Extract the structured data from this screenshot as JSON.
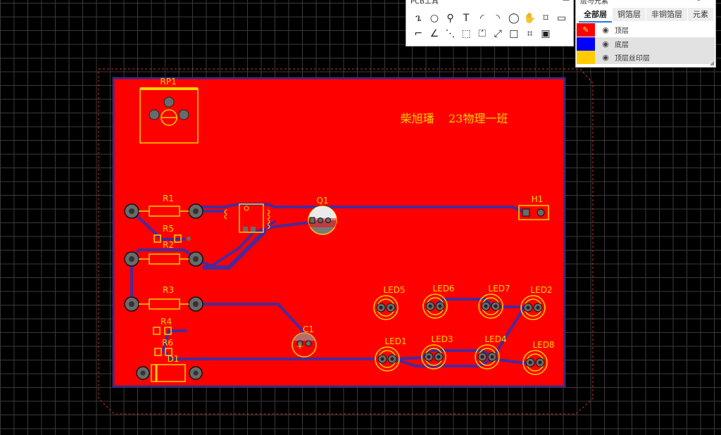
{
  "colors": {
    "board_fill": "#ff0000",
    "board_edge": "#3a2a80",
    "trace": "#5a3aa8",
    "silk": "#ffd200",
    "pad": "#6a6a6a",
    "grid": "#3a3a3a"
  },
  "board": {
    "title_text": "柴旭璠    23物理一班",
    "components": [
      "RP1",
      "R1",
      "R5",
      "R2",
      "Q1",
      "H1",
      "R3",
      "R4",
      "C1",
      "R6",
      "D1",
      "LED5",
      "LED6",
      "LED7",
      "LED2",
      "LED1",
      "LED3",
      "LED4",
      "LED8"
    ]
  },
  "pcb_tools": {
    "title": "PCB工具",
    "tools": [
      {
        "name": "track-icon",
        "glyph": "ጌ"
      },
      {
        "name": "pad-icon",
        "glyph": "○"
      },
      {
        "name": "via-icon",
        "glyph": "⚲"
      },
      {
        "name": "text-icon",
        "glyph": "T"
      },
      {
        "name": "arc-icon",
        "glyph": "◜"
      },
      {
        "name": "arc-center-icon",
        "glyph": "◝"
      },
      {
        "name": "circle-icon",
        "glyph": "◯"
      },
      {
        "name": "pan-hand-icon",
        "glyph": "✋"
      },
      {
        "name": "solder-mask-icon",
        "glyph": "⌑"
      },
      {
        "name": "image-icon",
        "glyph": "▭"
      },
      {
        "name": "corner-line-icon",
        "glyph": "⌐"
      },
      {
        "name": "angle-icon",
        "glyph": "∠"
      },
      {
        "name": "dashed-line-icon",
        "glyph": "⋱"
      },
      {
        "name": "select-region-icon",
        "glyph": "⬚"
      },
      {
        "name": "polygon-icon",
        "glyph": "⏍"
      },
      {
        "name": "dimension-icon",
        "glyph": "⤢"
      },
      {
        "name": "rectangle-icon",
        "glyph": "□"
      },
      {
        "name": "component-icon",
        "glyph": "⌗"
      },
      {
        "name": "board-outline-icon",
        "glyph": "▣"
      }
    ]
  },
  "layers_panel": {
    "title": "层与元素",
    "tabs": [
      "全部层",
      "铜箔层",
      "非铜箔层",
      "元素"
    ],
    "active_tab": 0,
    "layers": [
      {
        "name": "顶层",
        "color": "#ff0000",
        "active": true
      },
      {
        "name": "底层",
        "color": "#0000ff",
        "active": false
      },
      {
        "name": "顶层丝印层",
        "color": "#ffcc00",
        "active": false
      }
    ]
  }
}
